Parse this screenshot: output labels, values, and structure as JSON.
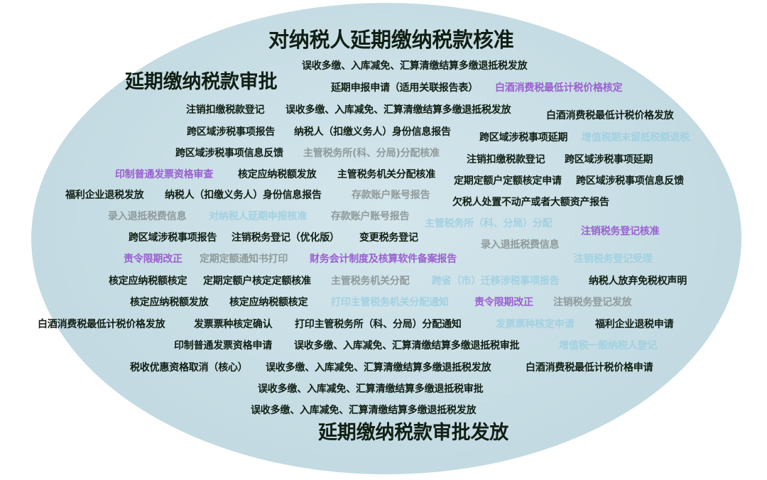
{
  "colors": {
    "dark": "#111f14",
    "grey": "#8f9a9a",
    "purple": "#9a5fd0",
    "lightblue": "#a2d1e2"
  },
  "words": [
    {
      "text": "对纳税人延期缴纳税款核准",
      "tone": "dark"
    },
    {
      "text": "误收多缴、入库减免、汇算清缴结算多缴退抵税发放",
      "tone": "dark"
    },
    {
      "text": "延期缴纳税款审批",
      "tone": "dark"
    },
    {
      "text": "延期申报申请（适用关联报告表）",
      "tone": "dark"
    },
    {
      "text": "白酒消费税最低计税价格核定",
      "tone": "purple"
    },
    {
      "text": "注销扣缴税款登记",
      "tone": "dark"
    },
    {
      "text": "误收多缴、入库减免、汇算清缴结算多缴退抵税发放",
      "tone": "dark"
    },
    {
      "text": "白酒消费税最低计税价格发放",
      "tone": "dark"
    },
    {
      "text": "跨区域涉税事项报告",
      "tone": "dark"
    },
    {
      "text": "纳税人（扣缴义务人）身份信息报告",
      "tone": "dark"
    },
    {
      "text": "跨区域涉税事项延期",
      "tone": "dark"
    },
    {
      "text": "增值税期末留抵税额退税",
      "tone": "lightblue"
    },
    {
      "text": "跨区域涉税事项信息反馈",
      "tone": "dark"
    },
    {
      "text": "主管税务所(科、分局)分配核准",
      "tone": "grey"
    },
    {
      "text": "注销扣缴税款登记",
      "tone": "dark"
    },
    {
      "text": "跨区域涉税事项延期",
      "tone": "dark"
    },
    {
      "text": "印制普通发票资格审查",
      "tone": "purple"
    },
    {
      "text": "核定应纳税额发放",
      "tone": "dark"
    },
    {
      "text": "主管税务机关分配核准",
      "tone": "dark"
    },
    {
      "text": "定期定额户定额核定申请",
      "tone": "dark"
    },
    {
      "text": "跨区域涉税事项信息反馈",
      "tone": "dark"
    },
    {
      "text": "福利企业退税发放",
      "tone": "dark"
    },
    {
      "text": "纳税人（扣缴义务人）身份信息报告",
      "tone": "dark"
    },
    {
      "text": "存款账户账号报告",
      "tone": "grey"
    },
    {
      "text": "欠税人处置不动产或者大额资产报告",
      "tone": "dark"
    },
    {
      "text": "录入退抵税费信息",
      "tone": "grey"
    },
    {
      "text": "对纳税人延期申报核准",
      "tone": "lightblue"
    },
    {
      "text": "存款账户账号报告",
      "tone": "grey"
    },
    {
      "text": "主管税务所（科、分局）分配",
      "tone": "lightblue"
    },
    {
      "text": "注销税务登记核准",
      "tone": "purple"
    },
    {
      "text": "跨区域涉税事项报告",
      "tone": "dark"
    },
    {
      "text": "注销税务登记（优化版）",
      "tone": "dark"
    },
    {
      "text": "变更税务登记",
      "tone": "dark"
    },
    {
      "text": "录入退抵税费信息",
      "tone": "grey"
    },
    {
      "text": "责令限期改正",
      "tone": "purple"
    },
    {
      "text": "定期定额通知书打印",
      "tone": "grey"
    },
    {
      "text": "财务会计制度及核算软件备案报告",
      "tone": "purple"
    },
    {
      "text": "注销税务登记受理",
      "tone": "lightblue"
    },
    {
      "text": "核定应纳税额核定",
      "tone": "dark"
    },
    {
      "text": "定期定额户核定定额核准",
      "tone": "dark"
    },
    {
      "text": "主管税务机关分配",
      "tone": "grey"
    },
    {
      "text": "跨省（市）迁移涉税事项报告",
      "tone": "lightblue"
    },
    {
      "text": "纳税人放弃免税权声明",
      "tone": "dark"
    },
    {
      "text": "核定应纳税额发放",
      "tone": "dark"
    },
    {
      "text": "核定应纳税额核定",
      "tone": "dark"
    },
    {
      "text": "打印主管税务机关分配通知",
      "tone": "lightblue"
    },
    {
      "text": "责令限期改正",
      "tone": "purple"
    },
    {
      "text": "注销税务登记发放",
      "tone": "grey"
    },
    {
      "text": "白酒消费税最低计税价格发放",
      "tone": "dark"
    },
    {
      "text": "发票票种核定确认",
      "tone": "dark"
    },
    {
      "text": "打印主管税务所（科、分局）分配通知",
      "tone": "dark"
    },
    {
      "text": "发票票种核定申请",
      "tone": "lightblue"
    },
    {
      "text": "福利企业退税申请",
      "tone": "dark"
    },
    {
      "text": "印制普通发票资格申请",
      "tone": "dark"
    },
    {
      "text": "误收多缴、入库减免、汇算清缴结算多缴退抵税审批",
      "tone": "dark"
    },
    {
      "text": "增值税一般纳税人登记",
      "tone": "lightblue"
    },
    {
      "text": "税收优惠资格取消（核心）",
      "tone": "dark"
    },
    {
      "text": "误收多缴、入库减免、汇算清缴结算多缴退抵税发放",
      "tone": "dark"
    },
    {
      "text": "白酒消费税最低计税价格申请",
      "tone": "dark"
    },
    {
      "text": "误收多缴、入库减免、汇算清缴结算多缴退抵税审批",
      "tone": "dark"
    },
    {
      "text": "误收多缴、入库减免、汇算清缴结算多缴退抵税发放",
      "tone": "dark"
    },
    {
      "text": "延期缴纳税款审批发放",
      "tone": "dark"
    }
  ]
}
